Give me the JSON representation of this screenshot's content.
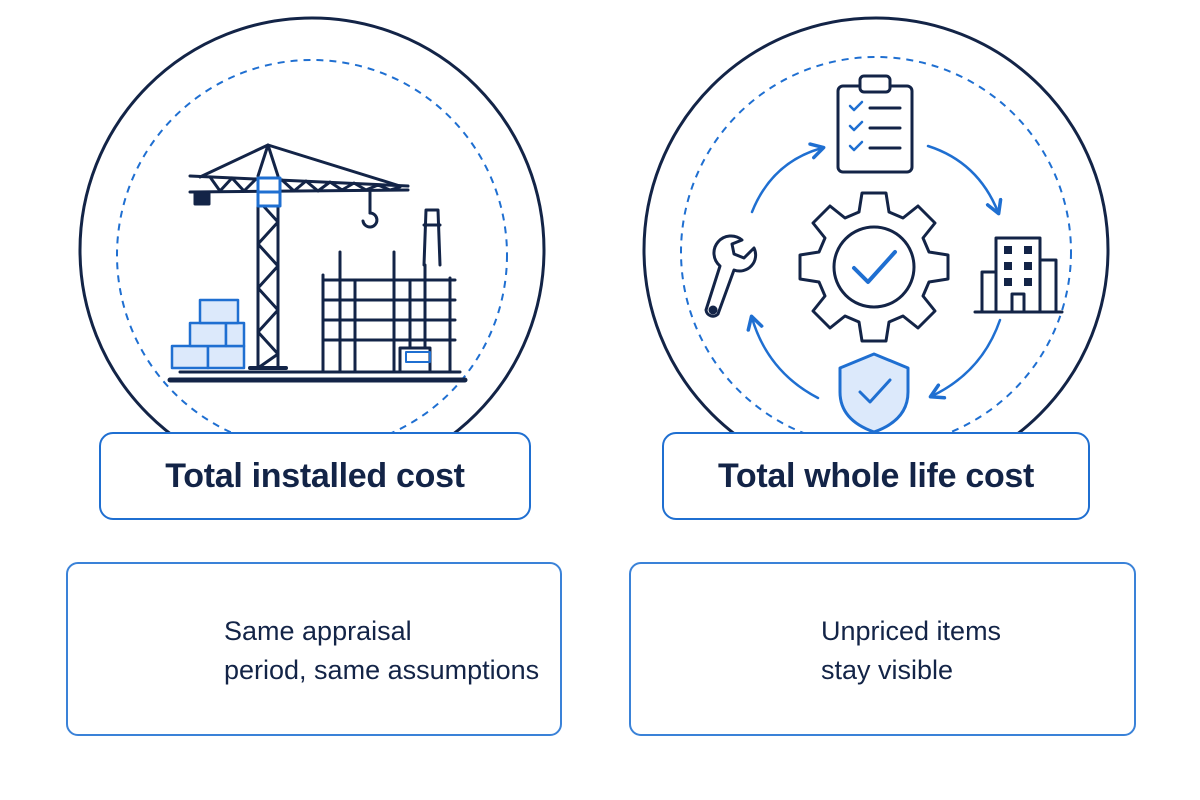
{
  "panels": [
    {
      "label": "Total installed cost",
      "illustration": "construction-crane-site-icon"
    },
    {
      "label": "Total whole life cost",
      "illustration": "lifecycle-cycle-icon"
    }
  ],
  "notes": [
    {
      "icon": "calendar-clock-icon",
      "lines": [
        "Same appraisal",
        "period, same assumptions"
      ]
    },
    {
      "icon": "eye-icon",
      "lines": [
        "Unpriced items",
        "stay visible"
      ]
    }
  ],
  "colors": {
    "navy": "#132447",
    "blue": "#1f6fd1",
    "light_blue": "#dce9fb"
  }
}
